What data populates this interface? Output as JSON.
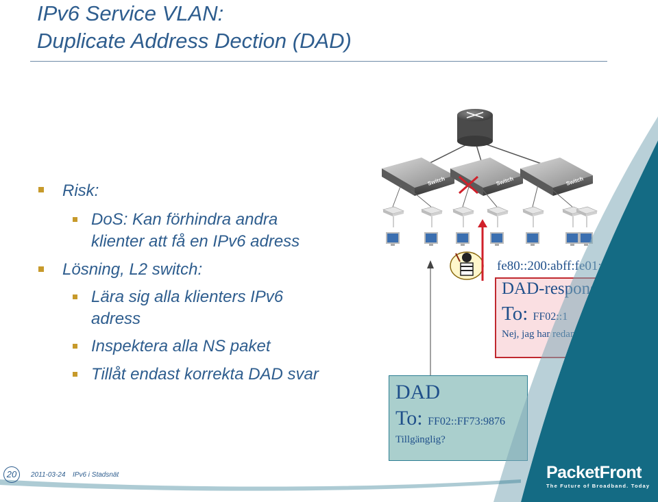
{
  "title": {
    "line1": "IPv6 Service VLAN:",
    "line2": "Duplicate Address Dection (DAD)"
  },
  "bullets": {
    "risk": "Risk:",
    "risk_sub1_line1": "DoS: Kan förhindra andra",
    "risk_sub1_line2": "klienter att få en IPv6 adress",
    "solution": "Lösning, L2 switch:",
    "sol_sub1_line1": "Lära sig alla klienters IPv6",
    "sol_sub1_line2": "adress",
    "sol_sub2": "Inspektera alla NS  paket",
    "sol_sub3": "Tillåt endast korrekta DAD svar"
  },
  "diagram": {
    "switch_label": "Switch",
    "attacker_address": "fe80::200:abff:fe01:1234",
    "response": {
      "title": "DAD-response",
      "to_label": "To: ",
      "to_address": "FF02::1",
      "note": "Nej, jag har redan den!"
    },
    "request": {
      "title": "DAD",
      "to_label": "To: ",
      "to_address": "FF02::FF73:9876",
      "note": "Tillgänglig?"
    }
  },
  "footer": {
    "page_number": "20",
    "date": "2011-03-24",
    "title": "IPv6 i Stadsnät",
    "brand": "PacketFront",
    "tagline": "The Future of Broadband. Today",
    "registered": "®"
  },
  "colors": {
    "title_blue": "#2e5d8e",
    "bullet_gold": "#c79a2b",
    "footer_teal": "#146b84",
    "response_red": "#c0282e",
    "response_fill": "#fadfe2",
    "request_fill": "#aacfcd"
  }
}
